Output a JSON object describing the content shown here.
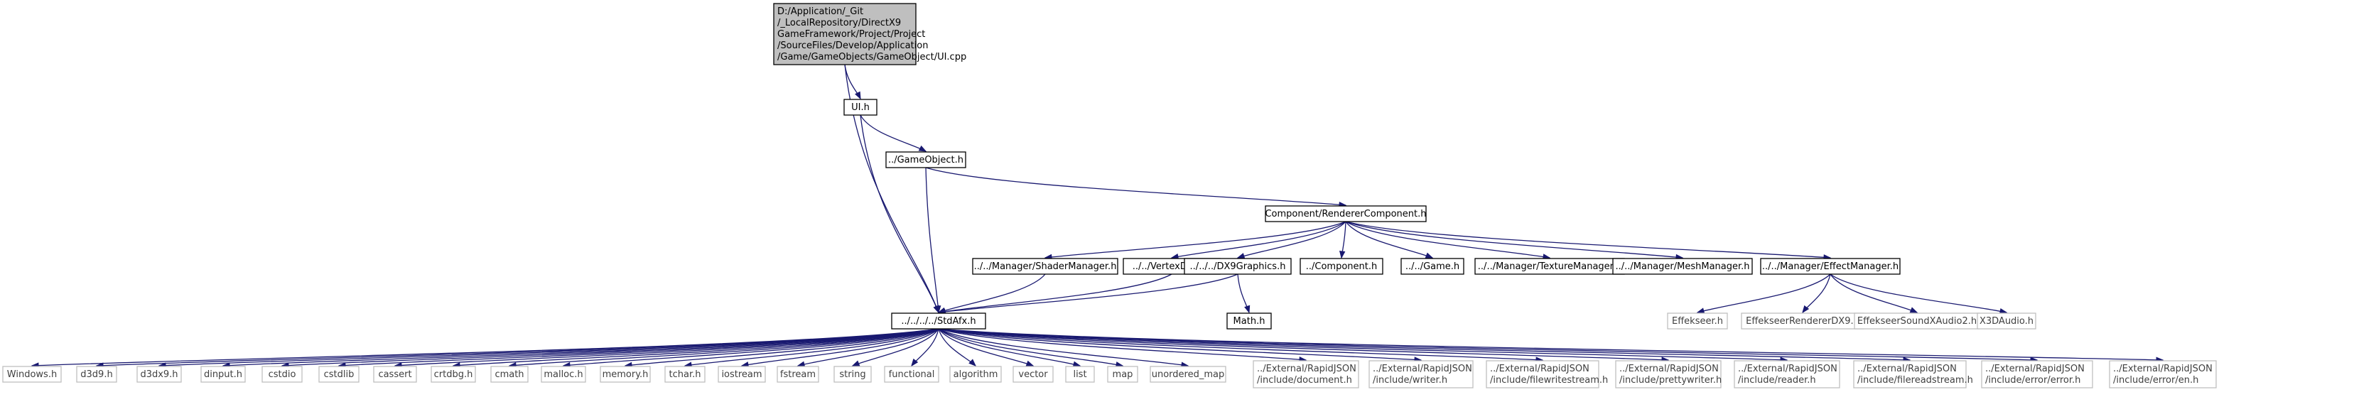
{
  "graph": {
    "nodes": [
      {
        "id": "root",
        "lines": [
          "D:/Application/_Git",
          "/_LocalRepository/DirectX9",
          "GameFramework/Project/Project",
          "/SourceFiles/Develop/Application",
          "/Game/GameObjects/GameObject/UI.cpp"
        ],
        "style": "root"
      },
      {
        "id": "ui_h",
        "lines": [
          "UI.h"
        ],
        "style": "normal"
      },
      {
        "id": "gameobject_h",
        "lines": [
          "../GameObject.h"
        ],
        "style": "normal"
      },
      {
        "id": "renderercomponent_h",
        "lines": [
          "Component/RendererComponent.h"
        ],
        "style": "normal"
      },
      {
        "id": "shadermanager_h",
        "lines": [
          "../../Manager/ShaderManager.h"
        ],
        "style": "normal"
      },
      {
        "id": "vertexdata_h",
        "lines": [
          "../../VertexData.h"
        ],
        "style": "normal"
      },
      {
        "id": "dx9graphics_h",
        "lines": [
          "../../../DX9Graphics.h"
        ],
        "style": "normal"
      },
      {
        "id": "component_h",
        "lines": [
          "../Component.h"
        ],
        "style": "normal"
      },
      {
        "id": "game_h",
        "lines": [
          "../../Game.h"
        ],
        "style": "normal"
      },
      {
        "id": "texturemanager_h",
        "lines": [
          "../../Manager/TextureManager.h"
        ],
        "style": "normal"
      },
      {
        "id": "meshmanager_h",
        "lines": [
          "../../Manager/MeshManager.h"
        ],
        "style": "normal"
      },
      {
        "id": "effectmanager_h",
        "lines": [
          "../../Manager/EffectManager.h"
        ],
        "style": "normal"
      },
      {
        "id": "stdafx_h",
        "lines": [
          "../../../../StdAfx.h"
        ],
        "style": "normal"
      },
      {
        "id": "math_h",
        "lines": [
          "Math.h"
        ],
        "style": "normal"
      },
      {
        "id": "effekseer_h",
        "lines": [
          "Effekseer.h"
        ],
        "style": "ext"
      },
      {
        "id": "effekseerrendererdx9_h",
        "lines": [
          "EffekseerRendererDX9.h"
        ],
        "style": "ext"
      },
      {
        "id": "effekseersoundxaudio2_h",
        "lines": [
          "EffekseerSoundXAudio2.h"
        ],
        "style": "ext"
      },
      {
        "id": "x3daudio_h",
        "lines": [
          "X3DAudio.h"
        ],
        "style": "ext"
      },
      {
        "id": "windows_h",
        "lines": [
          "Windows.h"
        ],
        "style": "ext"
      },
      {
        "id": "d3d9_h",
        "lines": [
          "d3d9.h"
        ],
        "style": "ext"
      },
      {
        "id": "d3dx9_h",
        "lines": [
          "d3dx9.h"
        ],
        "style": "ext"
      },
      {
        "id": "dinput_h",
        "lines": [
          "dinput.h"
        ],
        "style": "ext"
      },
      {
        "id": "cstdio",
        "lines": [
          "cstdio"
        ],
        "style": "ext"
      },
      {
        "id": "cstdlib",
        "lines": [
          "cstdlib"
        ],
        "style": "ext"
      },
      {
        "id": "cassert",
        "lines": [
          "cassert"
        ],
        "style": "ext"
      },
      {
        "id": "crtdbg_h",
        "lines": [
          "crtdbg.h"
        ],
        "style": "ext"
      },
      {
        "id": "cmath",
        "lines": [
          "cmath"
        ],
        "style": "ext"
      },
      {
        "id": "malloc_h",
        "lines": [
          "malloc.h"
        ],
        "style": "ext"
      },
      {
        "id": "memory_h",
        "lines": [
          "memory.h"
        ],
        "style": "ext"
      },
      {
        "id": "tchar_h",
        "lines": [
          "tchar.h"
        ],
        "style": "ext"
      },
      {
        "id": "iostream",
        "lines": [
          "iostream"
        ],
        "style": "ext"
      },
      {
        "id": "fstream",
        "lines": [
          "fstream"
        ],
        "style": "ext"
      },
      {
        "id": "string",
        "lines": [
          "string"
        ],
        "style": "ext"
      },
      {
        "id": "functional",
        "lines": [
          "functional"
        ],
        "style": "ext"
      },
      {
        "id": "algorithm",
        "lines": [
          "algorithm"
        ],
        "style": "ext"
      },
      {
        "id": "vector",
        "lines": [
          "vector"
        ],
        "style": "ext"
      },
      {
        "id": "list",
        "lines": [
          "list"
        ],
        "style": "ext"
      },
      {
        "id": "map",
        "lines": [
          "map"
        ],
        "style": "ext"
      },
      {
        "id": "unordered_map",
        "lines": [
          "unordered_map"
        ],
        "style": "ext"
      },
      {
        "id": "rj_document_h",
        "lines": [
          "../External/RapidJSON",
          "/include/document.h"
        ],
        "style": "ext"
      },
      {
        "id": "rj_writer_h",
        "lines": [
          "../External/RapidJSON",
          "/include/writer.h"
        ],
        "style": "ext"
      },
      {
        "id": "rj_filewritestream_h",
        "lines": [
          "../External/RapidJSON",
          "/include/filewritestream.h"
        ],
        "style": "ext"
      },
      {
        "id": "rj_prettywriter_h",
        "lines": [
          "../External/RapidJSON",
          "/include/prettywriter.h"
        ],
        "style": "ext"
      },
      {
        "id": "rj_reader_h",
        "lines": [
          "../External/RapidJSON",
          "/include/reader.h"
        ],
        "style": "ext"
      },
      {
        "id": "rj_filereadstream_h",
        "lines": [
          "../External/RapidJSON",
          "/include/filereadstream.h"
        ],
        "style": "ext"
      },
      {
        "id": "rj_error_h",
        "lines": [
          "../External/RapidJSON",
          "/include/error/error.h"
        ],
        "style": "ext"
      },
      {
        "id": "rj_en_h",
        "lines": [
          "../External/RapidJSON",
          "/include/error/en.h"
        ],
        "style": "ext"
      }
    ],
    "edges": [
      [
        "root",
        "ui_h"
      ],
      [
        "root",
        "stdafx_h"
      ],
      [
        "ui_h",
        "gameobject_h"
      ],
      [
        "ui_h",
        "stdafx_h"
      ],
      [
        "gameobject_h",
        "renderercomponent_h"
      ],
      [
        "gameobject_h",
        "stdafx_h"
      ],
      [
        "renderercomponent_h",
        "shadermanager_h"
      ],
      [
        "renderercomponent_h",
        "vertexdata_h"
      ],
      [
        "renderercomponent_h",
        "dx9graphics_h"
      ],
      [
        "renderercomponent_h",
        "component_h"
      ],
      [
        "renderercomponent_h",
        "game_h"
      ],
      [
        "renderercomponent_h",
        "texturemanager_h"
      ],
      [
        "renderercomponent_h",
        "meshmanager_h"
      ],
      [
        "renderercomponent_h",
        "effectmanager_h"
      ],
      [
        "shadermanager_h",
        "stdafx_h"
      ],
      [
        "vertexdata_h",
        "stdafx_h"
      ],
      [
        "dx9graphics_h",
        "stdafx_h"
      ],
      [
        "dx9graphics_h",
        "math_h"
      ],
      [
        "effectmanager_h",
        "effekseer_h"
      ],
      [
        "effectmanager_h",
        "effekseerrendererdx9_h"
      ],
      [
        "effectmanager_h",
        "effekseersoundxaudio2_h"
      ],
      [
        "effectmanager_h",
        "x3daudio_h"
      ],
      [
        "stdafx_h",
        "windows_h"
      ],
      [
        "stdafx_h",
        "d3d9_h"
      ],
      [
        "stdafx_h",
        "d3dx9_h"
      ],
      [
        "stdafx_h",
        "dinput_h"
      ],
      [
        "stdafx_h",
        "cstdio"
      ],
      [
        "stdafx_h",
        "cstdlib"
      ],
      [
        "stdafx_h",
        "cassert"
      ],
      [
        "stdafx_h",
        "crtdbg_h"
      ],
      [
        "stdafx_h",
        "cmath"
      ],
      [
        "stdafx_h",
        "malloc_h"
      ],
      [
        "stdafx_h",
        "memory_h"
      ],
      [
        "stdafx_h",
        "tchar_h"
      ],
      [
        "stdafx_h",
        "iostream"
      ],
      [
        "stdafx_h",
        "fstream"
      ],
      [
        "stdafx_h",
        "string"
      ],
      [
        "stdafx_h",
        "functional"
      ],
      [
        "stdafx_h",
        "algorithm"
      ],
      [
        "stdafx_h",
        "vector"
      ],
      [
        "stdafx_h",
        "list"
      ],
      [
        "stdafx_h",
        "map"
      ],
      [
        "stdafx_h",
        "unordered_map"
      ],
      [
        "stdafx_h",
        "rj_document_h"
      ],
      [
        "stdafx_h",
        "rj_writer_h"
      ],
      [
        "stdafx_h",
        "rj_filewritestream_h"
      ],
      [
        "stdafx_h",
        "rj_prettywriter_h"
      ],
      [
        "stdafx_h",
        "rj_reader_h"
      ],
      [
        "stdafx_h",
        "rj_filereadstream_h"
      ],
      [
        "stdafx_h",
        "rj_error_h"
      ],
      [
        "stdafx_h",
        "rj_en_h"
      ]
    ]
  }
}
